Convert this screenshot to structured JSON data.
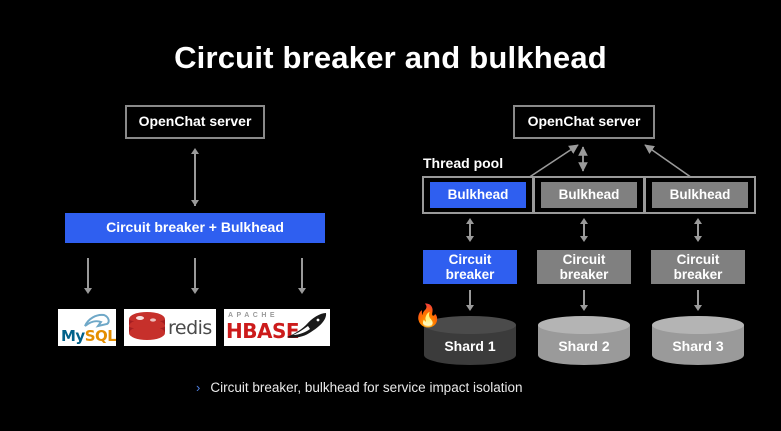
{
  "slide": {
    "title": "Circuit breaker and bulkhead",
    "background_color": "#000000",
    "accent_blue": "#2f5ff0",
    "grey": "#808080",
    "border_grey": "#8a8a8a"
  },
  "left_diagram": {
    "server_box": "OpenChat server",
    "combined_box": "Circuit breaker + Bulkhead",
    "logos": [
      {
        "name": "mysql",
        "primary": "My",
        "secondary": "SQL"
      },
      {
        "name": "redis",
        "wordmark": "redis"
      },
      {
        "name": "hbase",
        "top": "APACHE",
        "wordmark": "HBASE"
      }
    ]
  },
  "right_diagram": {
    "server_box": "OpenChat server",
    "thread_pool_label": "Thread pool",
    "bulkheads": [
      {
        "label": "Bulkhead",
        "state": "active",
        "color": "#2f5ff0"
      },
      {
        "label": "Bulkhead",
        "state": "idle",
        "color": "#808080"
      },
      {
        "label": "Bulkhead",
        "state": "idle",
        "color": "#808080"
      }
    ],
    "circuit_breakers": [
      {
        "line1": "Circuit",
        "line2": "breaker",
        "state": "active",
        "color": "#2f5ff0"
      },
      {
        "line1": "Circuit",
        "line2": "breaker",
        "state": "idle",
        "color": "#808080"
      },
      {
        "line1": "Circuit",
        "line2": "breaker",
        "state": "idle",
        "color": "#808080"
      }
    ],
    "shards": [
      {
        "label": "Shard 1",
        "state": "failed",
        "fire": "🔥"
      },
      {
        "label": "Shard 2",
        "state": "healthy"
      },
      {
        "label": "Shard 3",
        "state": "healthy"
      }
    ]
  },
  "caption": {
    "bullet": "›",
    "text": "Circuit breaker, bulkhead for service impact isolation"
  }
}
